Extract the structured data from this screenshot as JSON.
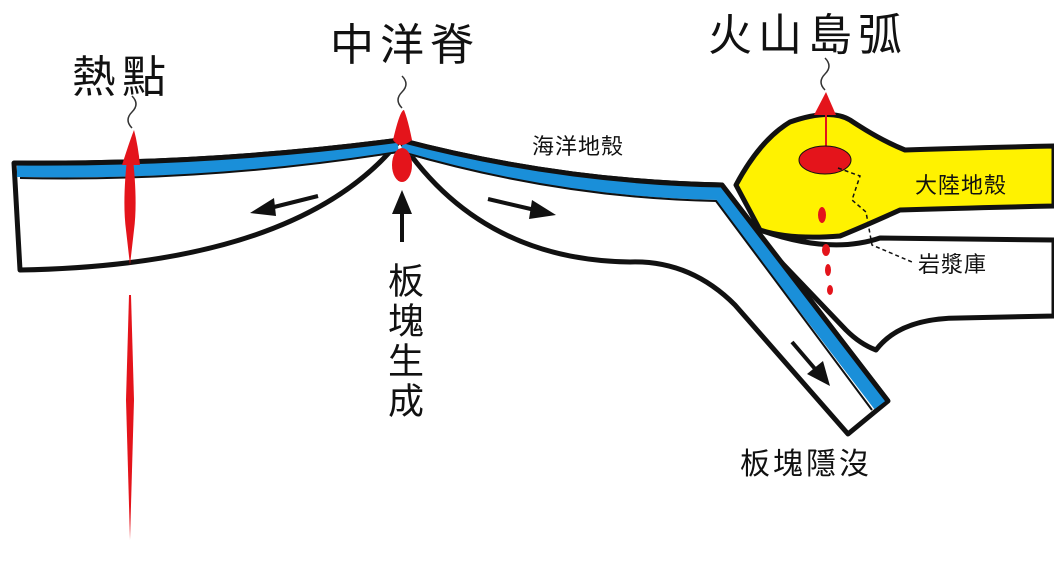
{
  "labels": {
    "hotspot": "熱點",
    "mid_ocean_ridge": "中洋脊",
    "volcanic_island_arc": "火山島弧",
    "oceanic_crust": "海洋地殼",
    "continental_crust": "大陸地殼",
    "magma_chamber": "岩漿庫",
    "plate_creation": "板塊生成",
    "subduction": "板塊隱沒"
  },
  "colors": {
    "oceanic_crust": "#1a8fd9",
    "continental_crust": "#fff200",
    "magma": "#e4141b",
    "outline": "#111111"
  },
  "icons": [
    "hotspot-smoke-icon",
    "ridge-smoke-icon",
    "volcano-smoke-icon",
    "arrow-left-icon",
    "arrow-right-icon",
    "arrow-up-icon",
    "arrow-down-right-icon"
  ]
}
